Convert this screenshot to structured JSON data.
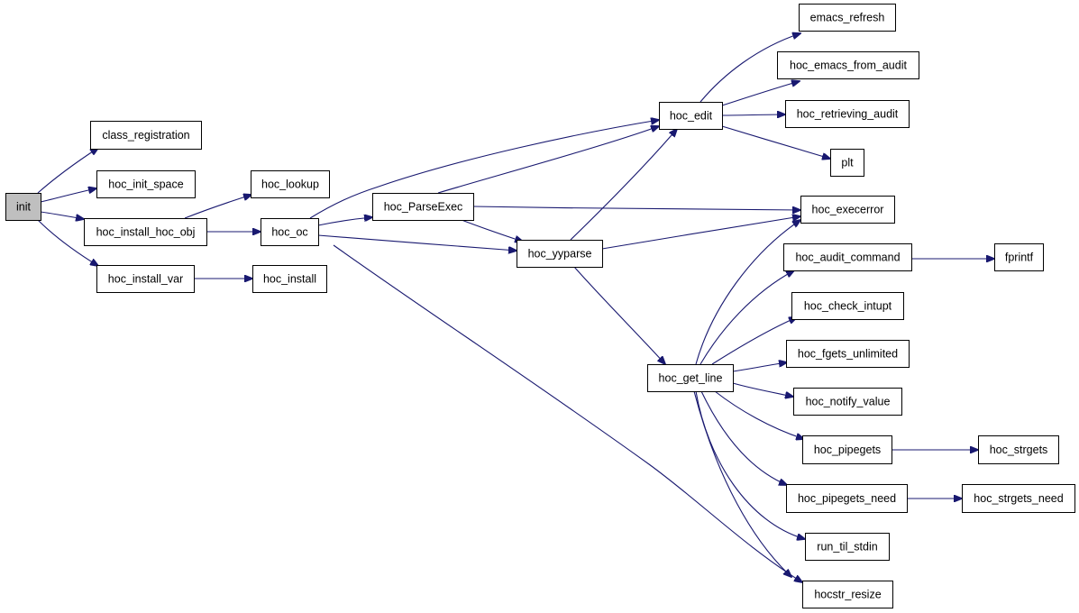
{
  "diagram": {
    "type": "call-graph",
    "nodes": [
      {
        "id": "init",
        "label": "init",
        "highlighted": true
      },
      {
        "id": "class_registration",
        "label": "class_registration"
      },
      {
        "id": "hoc_init_space",
        "label": "hoc_init_space"
      },
      {
        "id": "hoc_install_hoc_obj",
        "label": "hoc_install_hoc_obj"
      },
      {
        "id": "hoc_install_var",
        "label": "hoc_install_var"
      },
      {
        "id": "hoc_lookup",
        "label": "hoc_lookup"
      },
      {
        "id": "hoc_oc",
        "label": "hoc_oc"
      },
      {
        "id": "hoc_install",
        "label": "hoc_install"
      },
      {
        "id": "hoc_ParseExec",
        "label": "hoc_ParseExec"
      },
      {
        "id": "hoc_yyparse",
        "label": "hoc_yyparse"
      },
      {
        "id": "hoc_edit",
        "label": "hoc_edit"
      },
      {
        "id": "hoc_get_line",
        "label": "hoc_get_line"
      },
      {
        "id": "emacs_refresh",
        "label": "emacs_refresh"
      },
      {
        "id": "hoc_emacs_from_audit",
        "label": "hoc_emacs_from_audit"
      },
      {
        "id": "hoc_retrieving_audit",
        "label": "hoc_retrieving_audit"
      },
      {
        "id": "plt",
        "label": "plt"
      },
      {
        "id": "hoc_execerror",
        "label": "hoc_execerror"
      },
      {
        "id": "hoc_audit_command",
        "label": "hoc_audit_command"
      },
      {
        "id": "hoc_check_intupt",
        "label": "hoc_check_intupt"
      },
      {
        "id": "hoc_fgets_unlimited",
        "label": "hoc_fgets_unlimited"
      },
      {
        "id": "hoc_notify_value",
        "label": "hoc_notify_value"
      },
      {
        "id": "hoc_pipegets",
        "label": "hoc_pipegets"
      },
      {
        "id": "hoc_pipegets_need",
        "label": "hoc_pipegets_need"
      },
      {
        "id": "run_til_stdin",
        "label": "run_til_stdin"
      },
      {
        "id": "hocstr_resize",
        "label": "hocstr_resize"
      },
      {
        "id": "fprintf",
        "label": "fprintf"
      },
      {
        "id": "hoc_strgets",
        "label": "hoc_strgets"
      },
      {
        "id": "hoc_strgets_need",
        "label": "hoc_strgets_need"
      }
    ],
    "edges": [
      {
        "from": "init",
        "to": "class_registration"
      },
      {
        "from": "init",
        "to": "hoc_init_space"
      },
      {
        "from": "init",
        "to": "hoc_install_hoc_obj"
      },
      {
        "from": "init",
        "to": "hoc_install_var"
      },
      {
        "from": "hoc_install_hoc_obj",
        "to": "hoc_lookup"
      },
      {
        "from": "hoc_install_hoc_obj",
        "to": "hoc_oc"
      },
      {
        "from": "hoc_install_var",
        "to": "hoc_install"
      },
      {
        "from": "hoc_oc",
        "to": "hoc_edit"
      },
      {
        "from": "hoc_oc",
        "to": "hoc_ParseExec"
      },
      {
        "from": "hoc_oc",
        "to": "hoc_yyparse"
      },
      {
        "from": "hoc_oc",
        "to": "hocstr_resize"
      },
      {
        "from": "hoc_ParseExec",
        "to": "hoc_edit"
      },
      {
        "from": "hoc_ParseExec",
        "to": "hoc_execerror"
      },
      {
        "from": "hoc_ParseExec",
        "to": "hoc_yyparse"
      },
      {
        "from": "hoc_yyparse",
        "to": "hoc_edit"
      },
      {
        "from": "hoc_yyparse",
        "to": "hoc_execerror"
      },
      {
        "from": "hoc_yyparse",
        "to": "hoc_get_line"
      },
      {
        "from": "hoc_edit",
        "to": "emacs_refresh"
      },
      {
        "from": "hoc_edit",
        "to": "hoc_emacs_from_audit"
      },
      {
        "from": "hoc_edit",
        "to": "hoc_retrieving_audit"
      },
      {
        "from": "hoc_edit",
        "to": "plt"
      },
      {
        "from": "hoc_get_line",
        "to": "hoc_execerror"
      },
      {
        "from": "hoc_get_line",
        "to": "hoc_audit_command"
      },
      {
        "from": "hoc_get_line",
        "to": "hoc_check_intupt"
      },
      {
        "from": "hoc_get_line",
        "to": "hoc_fgets_unlimited"
      },
      {
        "from": "hoc_get_line",
        "to": "hoc_notify_value"
      },
      {
        "from": "hoc_get_line",
        "to": "hoc_pipegets"
      },
      {
        "from": "hoc_get_line",
        "to": "hoc_pipegets_need"
      },
      {
        "from": "hoc_get_line",
        "to": "run_til_stdin"
      },
      {
        "from": "hoc_get_line",
        "to": "hocstr_resize"
      },
      {
        "from": "hoc_audit_command",
        "to": "fprintf"
      },
      {
        "from": "hoc_pipegets",
        "to": "hoc_strgets"
      },
      {
        "from": "hoc_pipegets_need",
        "to": "hoc_strgets_need"
      }
    ],
    "colors": {
      "edge": "#191970",
      "node_border": "#000000",
      "node_fill": "#ffffff",
      "highlight_fill": "#bfbfbf"
    }
  }
}
